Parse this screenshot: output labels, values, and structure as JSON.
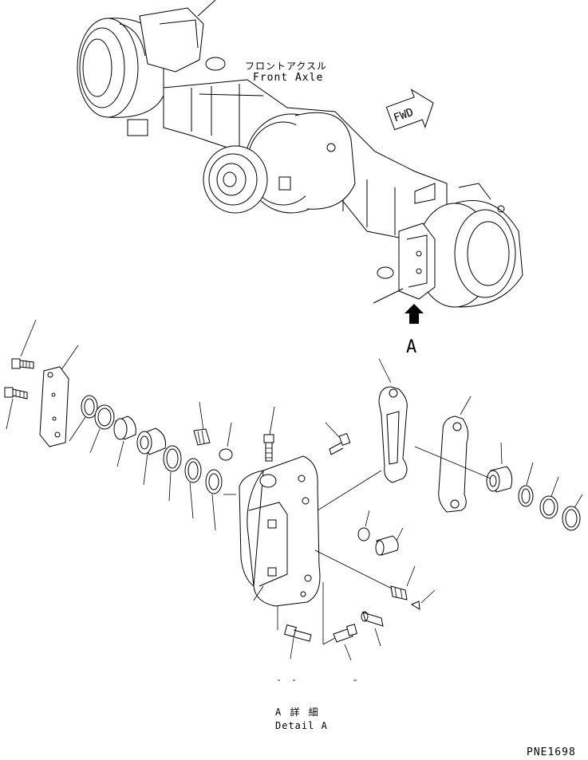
{
  "title": {
    "japanese": "フロントアクスル",
    "english": "Front Axle"
  },
  "fwd_marker": "FWD",
  "detail_callout": "A",
  "detail_caption": {
    "japanese": "A 詳 細",
    "english": "Detail A"
  },
  "drawing_number": "PNE1698",
  "colors": {
    "line": "#000000",
    "background": "#ffffff"
  }
}
